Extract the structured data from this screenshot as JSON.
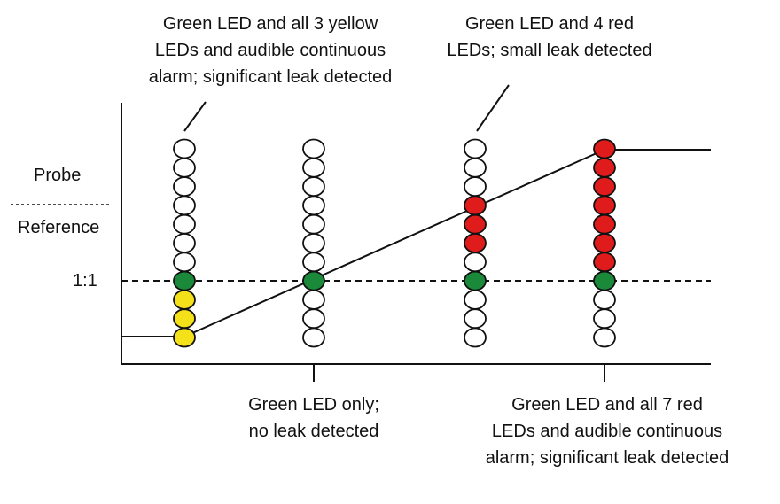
{
  "labels": {
    "probe": "Probe",
    "reference": "Reference",
    "ratio": "1:1"
  },
  "annotations": {
    "a": {
      "l1": "Green LED and all 3 yellow",
      "l2": "LEDs and audible continuous",
      "l3": "alarm; significant leak detected"
    },
    "b": {
      "l1": "Green LED only;",
      "l2": "no leak detected"
    },
    "c": {
      "l1": "Green LED and 4 red",
      "l2": "LEDs; small leak detected"
    },
    "d": {
      "l1": "Green LED and all 7 red",
      "l2": "LEDs and audible continuous",
      "l3": "alarm; significant leak detected"
    }
  },
  "colors": {
    "green": "#1a8a3a",
    "yellow": "#f5e11a",
    "red": "#e01b1b",
    "off": "#ffffff",
    "stroke": "#111111"
  },
  "columns": [
    {
      "name": "yellow-alarm",
      "leds": [
        "off",
        "off",
        "off",
        "off",
        "off",
        "off",
        "off",
        "green",
        "yellow",
        "yellow",
        "yellow"
      ]
    },
    {
      "name": "no-leak",
      "leds": [
        "off",
        "off",
        "off",
        "off",
        "off",
        "off",
        "off",
        "green",
        "off",
        "off",
        "off"
      ]
    },
    {
      "name": "small-leak",
      "leds": [
        "off",
        "off",
        "off",
        "red",
        "red",
        "red",
        "off",
        "green",
        "off",
        "off",
        "off"
      ]
    },
    {
      "name": "red-alarm",
      "leds": [
        "red",
        "red",
        "red",
        "red",
        "red",
        "red",
        "red",
        "green",
        "off",
        "off",
        "off"
      ]
    }
  ]
}
